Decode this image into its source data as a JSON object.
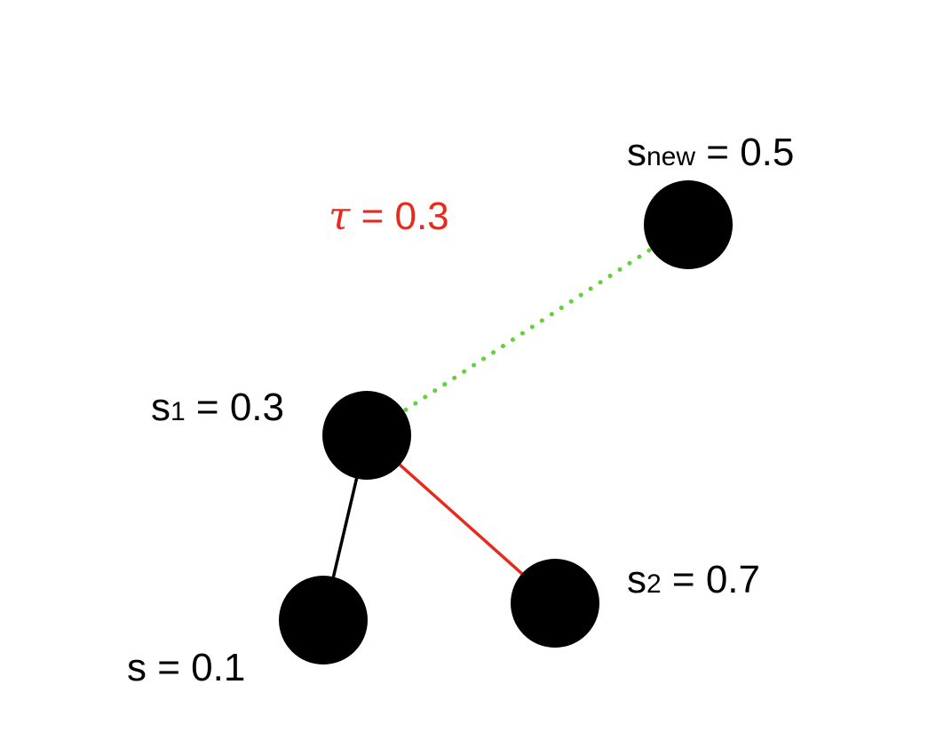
{
  "colors": {
    "node": "#000000",
    "edge_default": "#000000",
    "edge_highlight": "#e8291c",
    "edge_candidate": "#63d13b",
    "threshold_text": "#e8291c",
    "label_text": "#000000"
  },
  "threshold": {
    "symbol": "τ",
    "equals": " = 0.3"
  },
  "nodes": {
    "s": {
      "base": "s",
      "sub": "",
      "value": " = 0.1"
    },
    "s1": {
      "base": "s",
      "sub": "1",
      "value": " = 0.3"
    },
    "s2": {
      "base": "s",
      "sub": "2",
      "value": " = 0.7"
    },
    "snew": {
      "base": "s",
      "sub": "new",
      "value": " = 0.5"
    }
  },
  "edges": [
    {
      "from": "s1",
      "to": "s",
      "style": "solid",
      "color": "edge_default"
    },
    {
      "from": "s1",
      "to": "s2",
      "style": "solid",
      "color": "edge_highlight"
    },
    {
      "from": "s1",
      "to": "snew",
      "style": "dotted",
      "color": "edge_candidate"
    }
  ]
}
